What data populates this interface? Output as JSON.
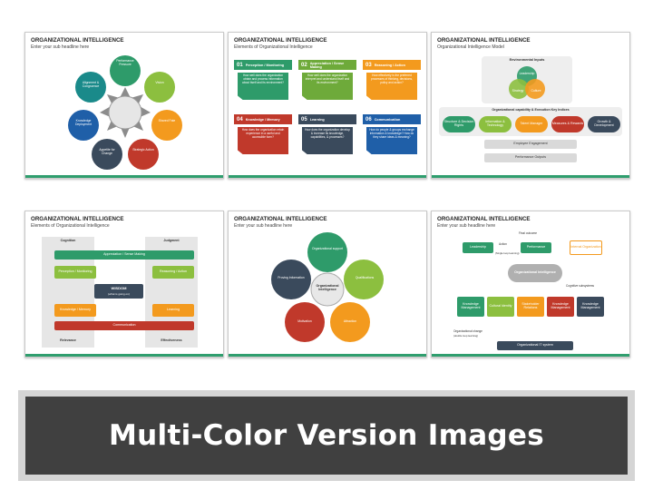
{
  "slides": [
    {
      "title": "ORGANIZATIONAL INTELLIGENCE",
      "subtitle": "Enter your sub headline here",
      "items": [
        "Performance Pressure",
        "Vision",
        "Shared Fate",
        "Strategic Action",
        "Appetite for Change",
        "Knowledge Deployment",
        "Alignment & Congruence"
      ]
    },
    {
      "title": "ORGANIZATIONAL INTELLIGENCE",
      "subtitle": "Elements of Organizational Intelligence",
      "cards": [
        {
          "num": "01",
          "label": "Perception / Monitoring",
          "text": "How well does the organization obtain and process information about itself and its environment?",
          "color": "#2e9b6a"
        },
        {
          "num": "02",
          "label": "Appreciation / Sense Making",
          "text": "How well does the organization interpret and understand itself and its environment?",
          "color": "#6eaa3a"
        },
        {
          "num": "03",
          "label": "Reasoning / Action",
          "text": "How effectively is the preferred processes of thinking, decisions, policy and action?",
          "color": "#f39a1e"
        },
        {
          "num": "04",
          "label": "Knowledge / Memory",
          "text": "How does the organization retain experience in a useful and accessible form?",
          "color": "#c0392b"
        },
        {
          "num": "05",
          "label": "Learning",
          "text": "How does the organization develop & increase its knowledge, capabilities, & processes?",
          "color": "#3a4a5c"
        },
        {
          "num": "06",
          "label": "Communication",
          "text": "How do people & groups exchange information & knowledge? How do they share ideas & meaning?",
          "color": "#1f5fa8"
        }
      ]
    },
    {
      "title": "ORGANIZATIONAL INTELLIGENCE",
      "subtitle": "Organizational Intelligence Model",
      "env": "Environmental Inputs",
      "circles": [
        "Leadership",
        "Strategy",
        "Culture"
      ],
      "cap": "Organizational capability & Execution Key Indices",
      "chips": [
        "Structure & Decision Rights",
        "Information & Technology",
        "Talent Manager",
        "Measures & Rewards",
        "Growth & Development"
      ],
      "bar1": "Employee Engagement",
      "bar2": "Performance Outputs"
    },
    {
      "title": "ORGANIZATIONAL INTELLIGENCE",
      "subtitle": "Elements of Organizational Intelligence",
      "cognition": "Cognition",
      "judgment": "Judgment",
      "relevance": "Relevance",
      "effectiveness": "Effectiveness",
      "appreciation": "Appreciation / Sense Making",
      "perception": "Perception / Monitoring",
      "reasoning": "Reasoning / Action",
      "wisdom": "WISDOM",
      "wisdom_sub": "(what is going on)",
      "knowledge": "Knowledge / Memory",
      "learning": "Learning",
      "communication": "Communication"
    },
    {
      "title": "ORGANIZATIONAL INTELLIGENCE",
      "subtitle": "Enter your sub headline here",
      "center": "Organizational Intelligence",
      "petals": [
        "Organizational support",
        "Qualifications",
        "Attraction",
        "Motivation",
        "Proving Information"
      ]
    },
    {
      "title": "ORGANIZATIONAL INTELLIGENCE",
      "subtitle": "Enter your sub headline here",
      "final": "Final outcome",
      "leadership": "Leadership",
      "action": "Action",
      "action_sub": "(Single loop learning)",
      "performance": "Performance",
      "internal": "Internal Organization",
      "center": "Organizational Intelligence",
      "cog": "Cognitive subsystems",
      "subs": [
        "Knowledge Management",
        "Cultural Identity",
        "Stakeholder Relations",
        "Knowledge Management",
        "Knowledge Management"
      ],
      "change": "Organizational change",
      "change_sub": "(double loop learning)",
      "it": "Organizational IT system"
    }
  ],
  "banner": "Multi-Color Version Images",
  "colors": {
    "green": "#2e9b6a",
    "teal": "#1a8a8a",
    "orange": "#f39a1e",
    "red": "#c0392b",
    "navy": "#3a4a5c",
    "blue": "#1f5fa8",
    "lime": "#8cbf3f",
    "banner_bg": "#404040"
  }
}
